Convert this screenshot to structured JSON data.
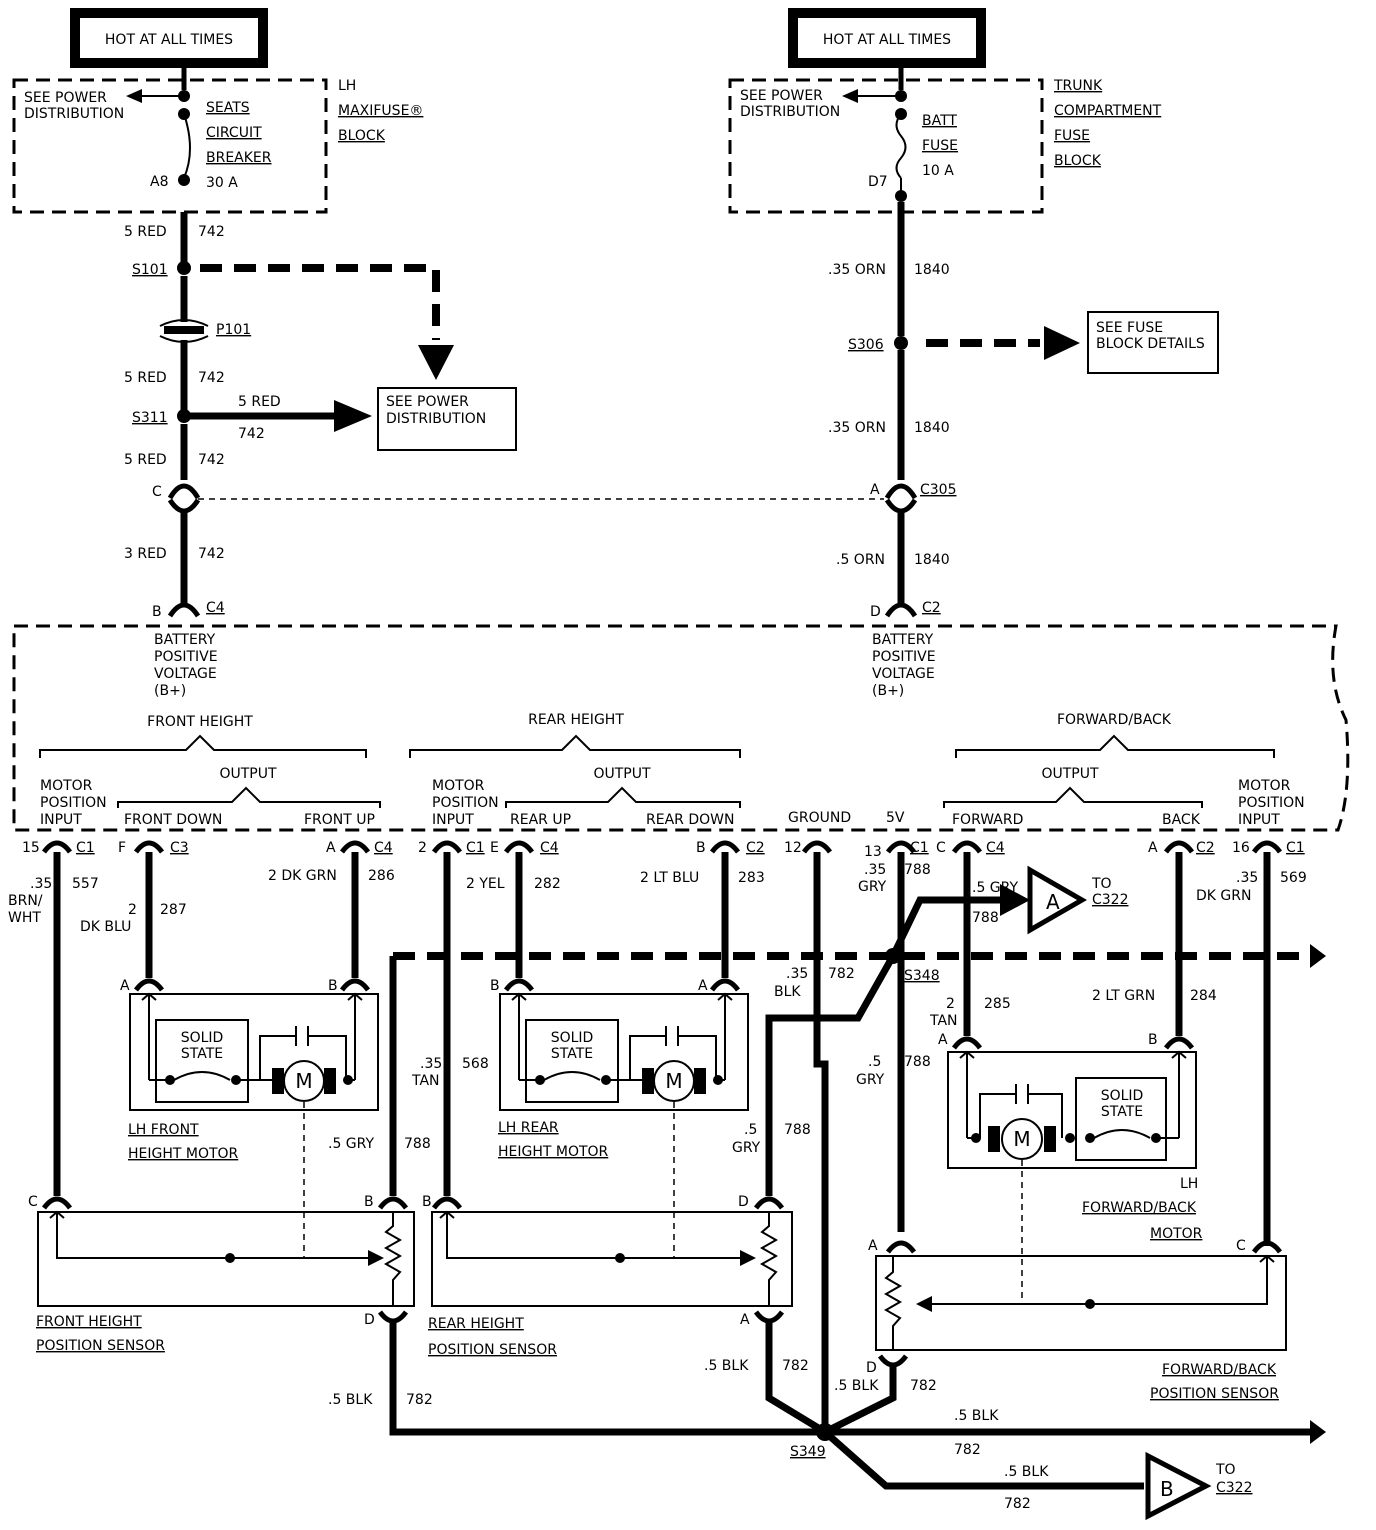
{
  "hot_left": "HOT AT ALL TIMES",
  "hot_right": "HOT AT ALL TIMES",
  "lh_fuse": {
    "see": [
      "SEE POWER",
      "DISTRIBUTION"
    ],
    "breaker": [
      "SEATS",
      "CIRCUIT",
      "BREAKER",
      "30 A"
    ],
    "pin": "A8",
    "block": [
      "LH",
      "MAXIFUSE®",
      "BLOCK"
    ]
  },
  "trunk_fuse": {
    "see": [
      "SEE POWER",
      "DISTRIBUTION"
    ],
    "fuse": [
      "BATT",
      "FUSE",
      "10 A"
    ],
    "pin": "D7",
    "block": [
      "TRUNK",
      "COMPARTMENT",
      "FUSE",
      "BLOCK"
    ]
  },
  "left_feed": {
    "w1": [
      "5 RED",
      "742"
    ],
    "s101": "S101",
    "p101": "P101",
    "w2": [
      "5 RED",
      "742"
    ],
    "s311": "S311",
    "branch": [
      "5 RED",
      "742"
    ],
    "see_power": [
      "SEE POWER",
      "DISTRIBUTION"
    ],
    "w3": [
      "5 RED",
      "742"
    ],
    "c_pin": "C",
    "w4": [
      "3 RED",
      "742"
    ],
    "b_pin": "B",
    "c4": "C4",
    "bplus": [
      "BATTERY",
      "POSITIVE",
      "VOLTAGE",
      "(B+)"
    ]
  },
  "right_feed": {
    "w1": [
      ".35 ORN",
      "1840"
    ],
    "s306": "S306",
    "see_fuse": [
      "SEE FUSE",
      "BLOCK DETAILS"
    ],
    "w2": [
      ".35 ORN",
      "1840"
    ],
    "a_pin": "A",
    "c305": "C305",
    "w3": [
      ".5 ORN",
      "1840"
    ],
    "d_pin": "D",
    "c2": "C2",
    "bplus": [
      "BATTERY",
      "POSITIVE",
      "VOLTAGE",
      "(B+)"
    ]
  },
  "module": {
    "front_height": "FRONT HEIGHT",
    "rear_height": "REAR HEIGHT",
    "forward_back": "FORWARD/BACK",
    "output": "OUTPUT",
    "motor_pos_input": [
      "MOTOR",
      "POSITION",
      "INPUT"
    ],
    "front_down": "FRONT DOWN",
    "front_up": "FRONT UP",
    "rear_up": "REAR UP",
    "rear_down": "REAR DOWN",
    "ground": "GROUND",
    "fivev": "5V",
    "forward": "FORWARD",
    "back": "BACK"
  },
  "pins": {
    "p15": "15",
    "c1a": "C1",
    "pf": "F",
    "c3": "C3",
    "pa1": "A",
    "c4a": "C4",
    "p2": "2",
    "c1b": "C1",
    "pe": "E",
    "c4b": "C4",
    "pb": "B",
    "c2a": "C2",
    "p12": "12",
    "p13": "13",
    "c1c": "C1",
    "pc": "C",
    "c4c": "C4",
    "pa2": "A",
    "c2b": "C2",
    "p16": "16",
    "c1d": "C1"
  },
  "wires": {
    "w557": [
      ".35",
      "BRN/",
      "WHT",
      "557"
    ],
    "w287": [
      "2",
      "DK BLU",
      "287"
    ],
    "w286": [
      "2 DK GRN",
      "286"
    ],
    "w282": [
      "2 YEL",
      "282"
    ],
    "w283": [
      "2 LT BLU",
      "283"
    ],
    "w788a": [
      ".35",
      "GRY",
      "788"
    ],
    "w788b": [
      ".5 GRY",
      "788"
    ],
    "w569": [
      ".35",
      "DK GRN",
      "569"
    ],
    "w782a": [
      ".35",
      "BLK",
      "782"
    ],
    "s348": "S348",
    "w285": [
      "2",
      "TAN",
      "285"
    ],
    "w284": [
      "2 LT GRN",
      "284"
    ],
    "w568": [
      ".35",
      "TAN",
      "568"
    ],
    "w788c": [
      ".5 GRY",
      "788"
    ],
    "w788d": [
      ".5",
      "GRY",
      "788"
    ],
    "w788e": [
      ".5",
      "GRY",
      "788"
    ],
    "w782b": [
      ".5 BLK",
      "782"
    ],
    "w782c": [
      ".5 BLK",
      "782"
    ],
    "w782d": [
      ".5 BLK",
      "782"
    ],
    "w782e": [
      ".5 BLK",
      "782"
    ],
    "w782f": [
      ".5 BLK",
      "782"
    ],
    "s349": "S349"
  },
  "conn_a": {
    "letter": "A",
    "to": [
      "TO",
      "C322"
    ]
  },
  "conn_b": {
    "letter": "B",
    "to": [
      "TO",
      "C322"
    ]
  },
  "lh_front_motor": {
    "pin_a": "A",
    "pin_b": "B",
    "solid": [
      "SOLID",
      "STATE"
    ],
    "m": "M",
    "label": [
      "LH FRONT",
      "HEIGHT MOTOR"
    ]
  },
  "lh_rear_motor": {
    "pin_b": "B",
    "pin_a": "A",
    "solid": [
      "SOLID",
      "STATE"
    ],
    "m": "M",
    "label": [
      "LH REAR",
      "HEIGHT MOTOR"
    ]
  },
  "fb_motor": {
    "pin_a": "A",
    "pin_b": "B",
    "solid": [
      "SOLID",
      "STATE"
    ],
    "m": "M",
    "label": [
      "LH",
      "FORWARD/BACK",
      "MOTOR"
    ]
  },
  "front_sensor": {
    "pin_c": "C",
    "pin_b": "B",
    "pin_d": "D",
    "label": [
      "FRONT HEIGHT",
      "POSITION SENSOR"
    ]
  },
  "rear_sensor": {
    "pin_b": "B",
    "pin_d": "D",
    "pin_a": "A",
    "label": [
      "REAR HEIGHT",
      "POSITION SENSOR"
    ]
  },
  "fb_sensor": {
    "pin_a": "A",
    "pin_c": "C",
    "pin_d": "D",
    "label": [
      "FORWARD/BACK",
      "POSITION SENSOR"
    ]
  }
}
